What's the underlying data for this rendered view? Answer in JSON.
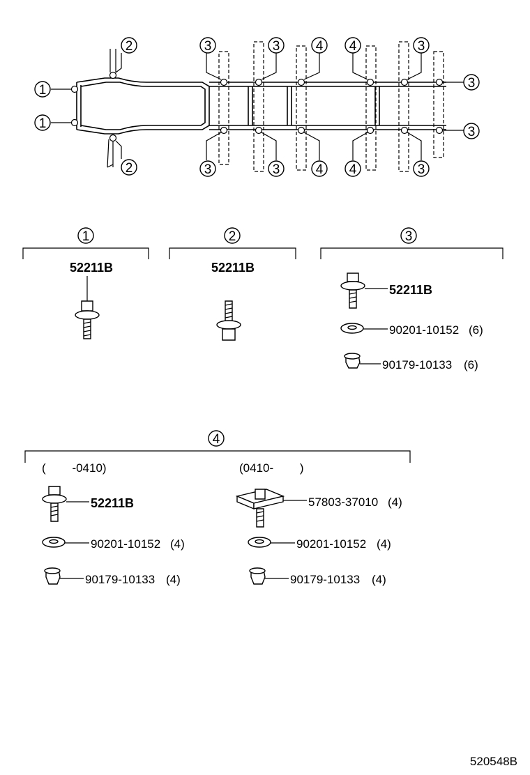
{
  "frame_callouts": {
    "c1": "1",
    "c2": "2",
    "c3": "3",
    "c4": "4"
  },
  "groups": {
    "g1": {
      "callout": "1",
      "part": "52211B"
    },
    "g2": {
      "callout": "2",
      "part": "52211B"
    },
    "g3": {
      "callout": "3",
      "bolt": "52211B",
      "washer": "90201-10152",
      "washer_qty": "(6)",
      "nut": "90179-10133",
      "nut_qty": "(6)"
    },
    "g4": {
      "callout": "4",
      "left_range": "(        -0410)",
      "right_range": "(0410-        )",
      "left": {
        "bolt": "52211B",
        "washer": "90201-10152",
        "washer_qty": "(4)",
        "nut": "90179-10133",
        "nut_qty": "(4)"
      },
      "right": {
        "bolt": "57803-37010",
        "bolt_qty": "(4)",
        "washer": "90201-10152",
        "washer_qty": "(4)",
        "nut": "90179-10133",
        "nut_qty": "(4)"
      }
    }
  },
  "diagram_id": "520548B"
}
